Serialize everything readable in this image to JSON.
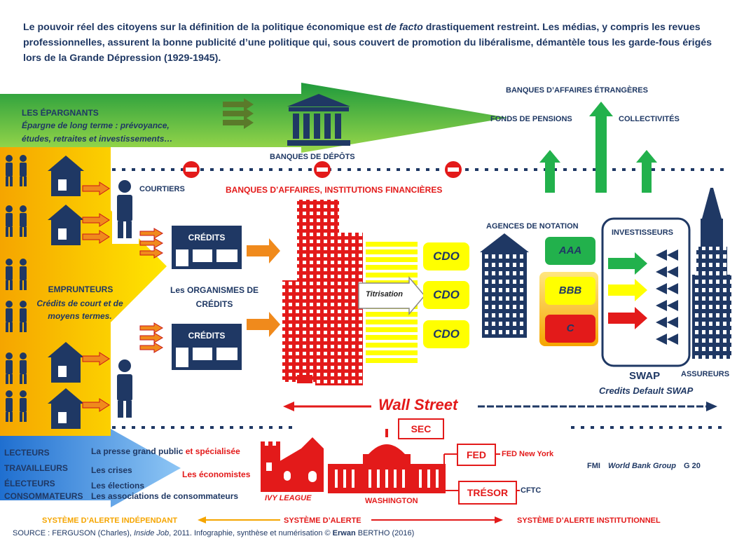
{
  "intro": {
    "part1": "Le pouvoir réel des citoyens sur la définition de la politique économique est ",
    "emphasis": "de facto",
    "part2": " drastiquement restreint. Les médias, y compris les revues professionnelles, assurent la bonne publicité d’une politique qui, sous couvert de promotion du libéralisme, démantèle tous les garde-fous érigés lors de la Grande Dépression (1929-1945)."
  },
  "savers": {
    "title": "LES ÉPARGNANTS",
    "desc": "Épargne de long terme : prévoyance, études, retraites et investissements…"
  },
  "deposit_banks": "BANQUES DE DÉPÔTS",
  "foreign_banks": "BANQUES D’AFFAIRES ÉTRANGÈRES",
  "pension_funds": "FONDS DE PENSIONS",
  "communities": "COLLECTIVITÉS",
  "brokers": "COURTIERS",
  "investment_banks": "BANQUES D’AFFAIRES, INSTITUTIONS FINANCIÈRES",
  "borrowers": {
    "title": "EMPRUNTEURS",
    "desc": "Crédits de court et de moyens termes."
  },
  "credit_label": "CRÉDITS",
  "credit_orgs": "Les ORGANISMES DE CRÉDITS",
  "securitization": "Titrisation",
  "cdo_label": "CDO",
  "rating_agencies": "AGENCES DE NOTATION",
  "ratings": [
    "AAA",
    "BBB",
    "C"
  ],
  "investors": "INVESTISSEURS",
  "swap": "SWAP",
  "insurers": "ASSUREURS",
  "cds": "Credits Default SWAP",
  "wall_street": "Wall Street",
  "sec": "SEC",
  "fed": "FED",
  "fed_ny": "FED New York",
  "tresor": "TRÉSOR",
  "cftc": "CFTC",
  "international": {
    "fmi": "FMI",
    "wbg": "World Bank Group",
    "g20": "G 20"
  },
  "citizens": [
    "LECTEURS",
    "TRAVAILLEURS",
    "ÉLECTEURS",
    "CONSOMMATEURS"
  ],
  "media": {
    "press": "La presse grand public",
    "press_spec": " et spécialisée",
    "crises": "Les crises",
    "elections": "Les élections",
    "consumer_assoc": "Les associations de consommateurs",
    "economists": "Les économistes"
  },
  "ivy_league": "IVY LEAGUE",
  "washington": "WASHINGTON",
  "alerts": {
    "independent": "SYSTÈME D’ALERTE INDÉPENDANT",
    "alert": "SYSTÈME D’ALERTE",
    "institutional": "SYSTÈME D’ALERTE INSTITUTIONNEL"
  },
  "source": {
    "prefix": "SOURCE : FERGUSON (Charles), ",
    "film": "Inside Job",
    "middle": ", 2011. Infographie, synthèse et numérisation © ",
    "author": "Erwan",
    "suffix": " BERTHO (2016)"
  },
  "colors": {
    "navy": "#1f3864",
    "red": "#e31a1a",
    "green": "#22b14c",
    "yellow": "#ffff00",
    "orange": "#f5a500"
  }
}
